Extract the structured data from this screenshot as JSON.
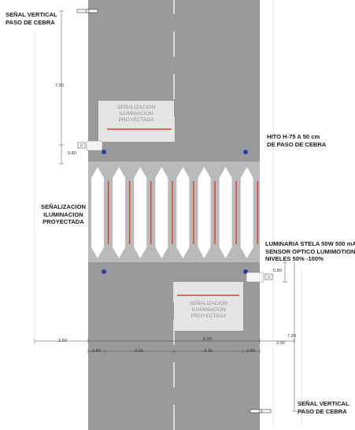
{
  "labels": {
    "sign_top": [
      "SEÑAL VERTICAL",
      "PASO DE CEBRA"
    ],
    "sign_bottom": [
      "SEÑAL VERTICAL",
      "PASO DE CEBRA"
    ],
    "bollard": [
      "HITO H-75 A 50 cm",
      "DE PASO DE CEBRA"
    ],
    "projection_left": [
      "SEÑALIZACION",
      "ILUMINACION",
      "PROYECTADA"
    ],
    "luminaire": [
      "LUMINARIA STELA 50W 500 mA",
      "SENSOR OPTICO  LUMIMOTION",
      "NIVELES 50% -100%"
    ],
    "box_top": [
      "SEÑALIZACION",
      "ILUMINACION",
      "PROYECTADA"
    ],
    "box_bottom": [
      "SEÑALIZACION",
      "ILUMINACION",
      "PROYECTADA"
    ]
  },
  "dimensions": {
    "v_left_720": "7.20",
    "v_left_080": "0.80",
    "v_right_080": "0.80",
    "v_right_720": "7.20",
    "h_250": "2.50",
    "h_820": "8.20",
    "h_200": "2.00",
    "h_080_left": "0.80",
    "h_330_left": "3.30",
    "h_330_right": "3.30",
    "h_080_right": "0.80"
  },
  "colors": {
    "road": "#999a9c",
    "zebra": "#ffffff",
    "projection": "#d9401f",
    "bollard": "#2c3d9b",
    "box": "#e5e5e5"
  },
  "crosswalk": {
    "stripe_count": 9
  }
}
